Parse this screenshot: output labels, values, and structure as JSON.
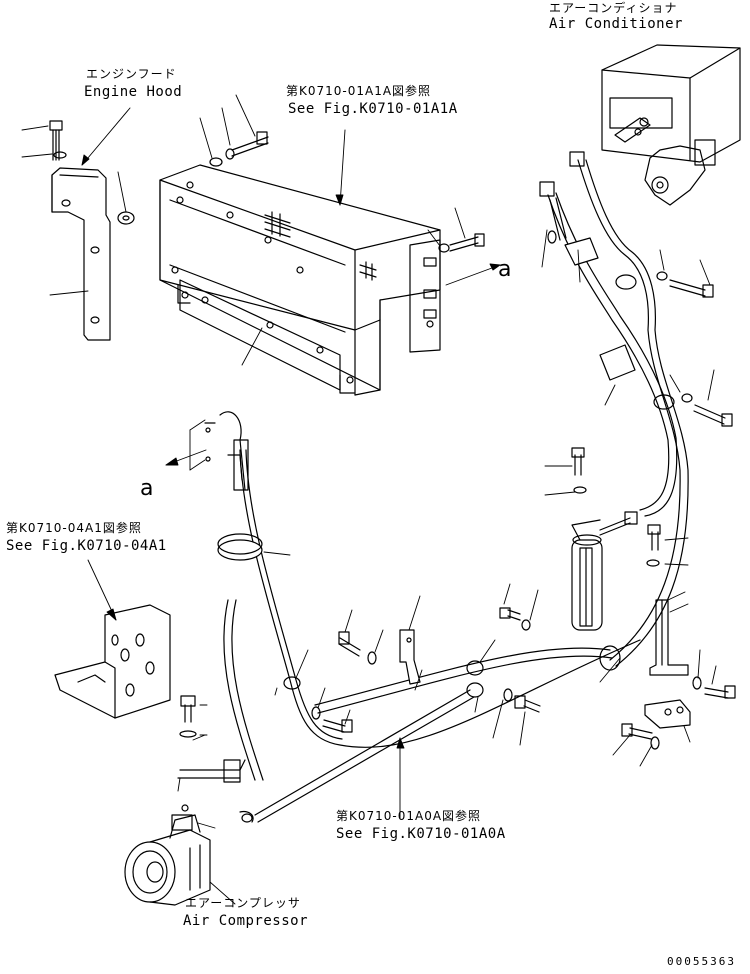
{
  "labels": {
    "air_conditioner_jp": "エアーコンディショナ",
    "air_conditioner_en": "Air Conditioner",
    "engine_hood_jp": "エンジンフード",
    "engine_hood_en": "Engine Hood",
    "ref_a1a_jp": "第K0710-01A1A図参照",
    "ref_a1a_en": "See Fig.K0710-01A1A",
    "ref_04a1_jp": "第K0710-04A1図参照",
    "ref_04a1_en": "See Fig.K0710-04A1",
    "ref_a0a_jp": "第K0710-01A0A図参照",
    "ref_a0a_en": "See Fig.K0710-01A0A",
    "compressor_jp": "エアーコンプレッサ",
    "compressor_en": "Air Compressor",
    "view_a_upper": "a",
    "view_a_lower": "a",
    "drawing_id": "00055363"
  }
}
